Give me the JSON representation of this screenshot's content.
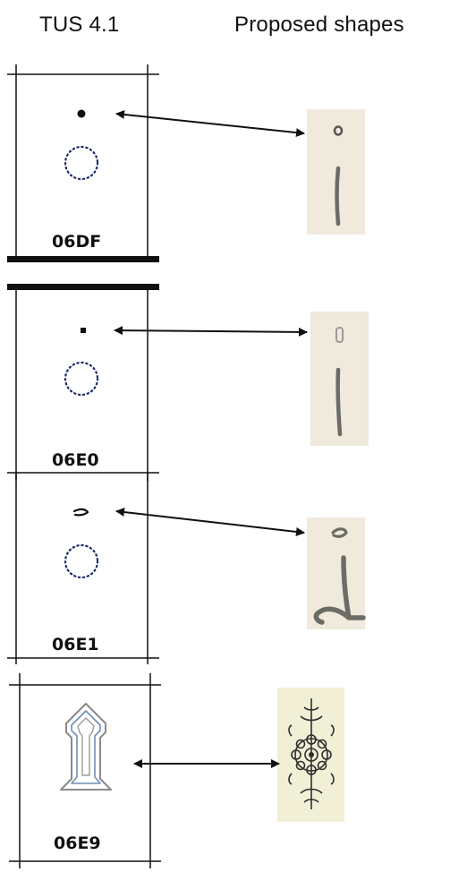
{
  "header": {
    "left": "TUS 4.1",
    "right": "Proposed shapes"
  },
  "rows": [
    {
      "code": "06DF",
      "mark_icon": "filled-dot-icon",
      "sample_icon": "small-high-rounded-zero-sample"
    },
    {
      "code": "06E0",
      "mark_icon": "small-square-dot-icon",
      "sample_icon": "small-high-upright-rectangular-zero-sample"
    },
    {
      "code": "06E1",
      "mark_icon": "dotless-head-of-khah-icon",
      "sample_icon": "small-high-dotless-head-of-khah-sample"
    },
    {
      "code": "06E9",
      "mark_icon": "place-of-sajdah-icon",
      "sample_icon": "ornamental-rosette-sample"
    }
  ],
  "colors": {
    "lines": "#111111",
    "sample_bg": "#efeadb",
    "ink": "#6c6c66"
  }
}
